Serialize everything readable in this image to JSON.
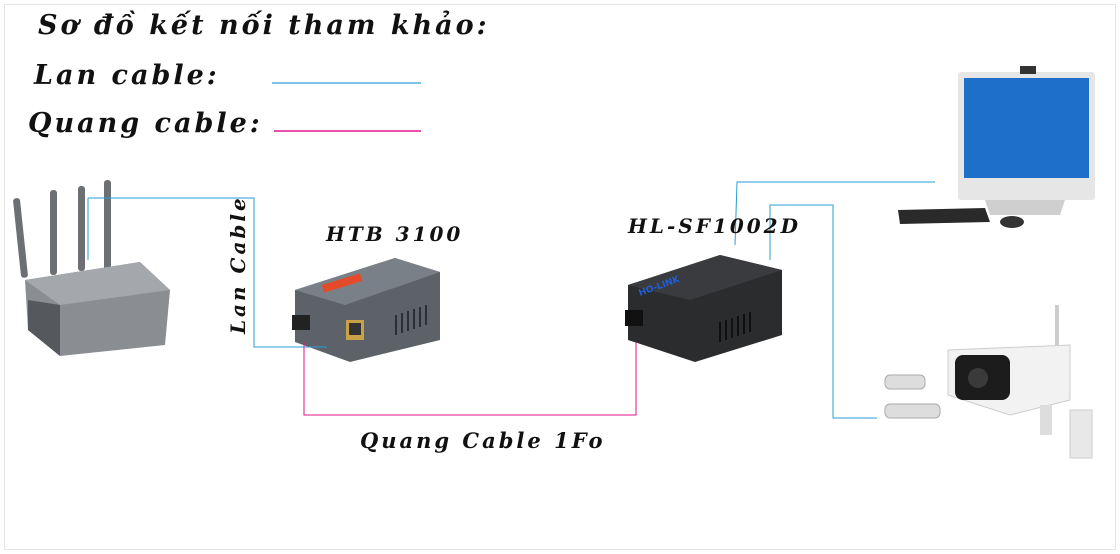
{
  "title": "Sơ đồ kết nối tham khảo:",
  "legend": {
    "lan_label": "Lan cable:",
    "fiber_label": "Quang cable:",
    "lan_color": "#2a9fd6",
    "fiber_color": "#e0158a"
  },
  "devices": {
    "converter1_label": "HTB 3100",
    "converter2_label": "HL-SF1002D",
    "converter2_brand": "HO-LINK"
  },
  "links": {
    "router_link_label": "Lan Cable",
    "fiber_link_label": "Quang Cable 1Fo"
  }
}
